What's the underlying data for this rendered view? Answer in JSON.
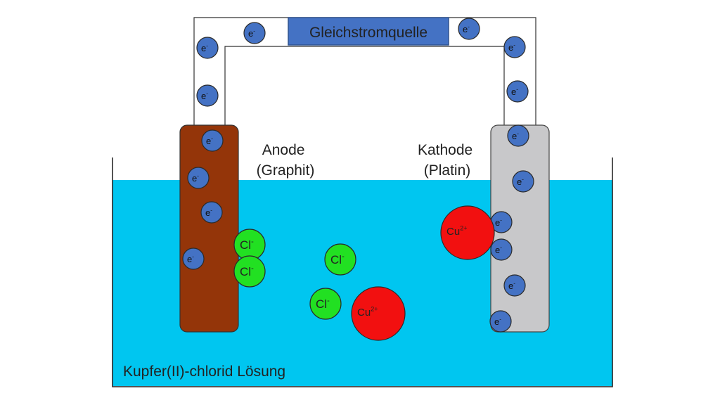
{
  "source_label": "Gleichstromquelle",
  "anode_label": [
    "Anode",
    "(Graphit)"
  ],
  "cathode_label": [
    "Kathode",
    "(Platin)"
  ],
  "solution_label": "Kupfer(II)-chlorid Lösung",
  "electron": {
    "symbol": "e",
    "charge": "-"
  },
  "chloride": {
    "symbol": "Cl",
    "charge": "-"
  },
  "copper": {
    "symbol": "Cu",
    "charge": "2+"
  },
  "colors": {
    "solution": "#00c6f0",
    "anode": "#943509",
    "cathode": "#c8c8ca",
    "source_box": "#4472c4",
    "electron": "#4472c4",
    "chloride": "#22e022",
    "copper": "#f21010"
  }
}
